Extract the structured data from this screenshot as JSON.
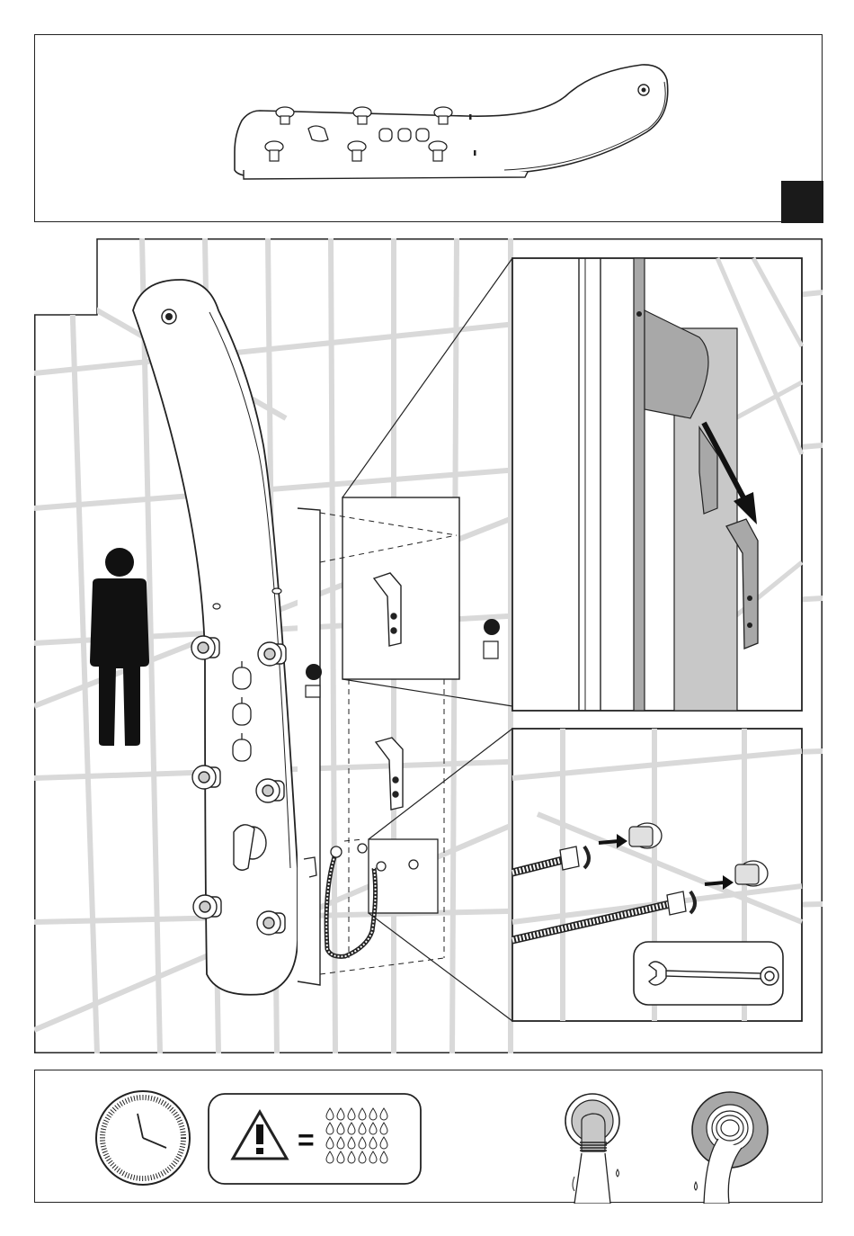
{
  "page": {
    "title": "",
    "step_marker_color": "#1a1a1a",
    "line_color": "#222222",
    "tile_grid_color": "#d8d8d8",
    "panel_fill": "#f2f2f2",
    "shade_fill": "#c8c8c8"
  },
  "top_panel": {
    "content": "shower-panel-side-view",
    "corner_marker": "black-square"
  },
  "main_scene": {
    "content": "wall-mount-installation",
    "icons": [
      "person-scale-icon",
      "shower-panel",
      "bracket-icon",
      "hose-icon",
      "connector-marker"
    ],
    "detail_views": [
      "bracket-hook-detail",
      "hose-connection-detail"
    ]
  },
  "tool": {
    "icon": "combination-wrench-icon"
  },
  "warnings_bar": {
    "icons": [
      "clock-icon",
      "warning-triangle-icon",
      "water-drops-icon",
      "sealed-fitting-icon",
      "leaking-fitting-icon"
    ],
    "equals_sign": "="
  }
}
